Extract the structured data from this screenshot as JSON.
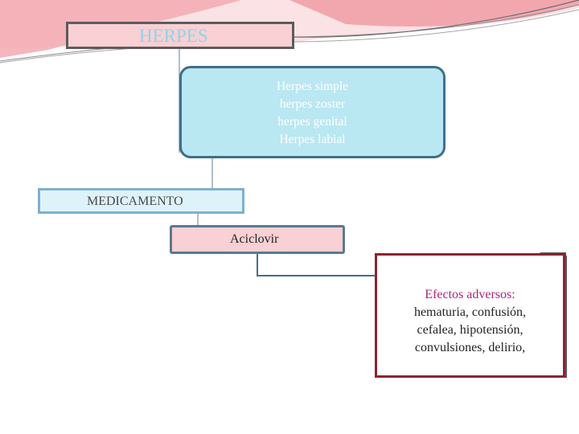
{
  "title": "HERPES",
  "types": [
    "Herpes simple",
    "herpes zoster",
    "herpes genital",
    "Herpes labial"
  ],
  "medication_label": "MEDICAMENTO",
  "drug": "Aciclovir",
  "effects": {
    "heading": "Efectos adversos:",
    "lines": [
      "hematuria, confusión,",
      "cefalea, hipotensión,",
      "convulsiones, delirio,"
    ]
  },
  "colors": {
    "pink_box": "#f9d0d3",
    "blue_box": "#b9e7f2",
    "light_blue_box": "#def3f9",
    "effects_border": "#8b2332",
    "effects_heading": "#b0247a",
    "title_text": "#8fd3ea"
  }
}
